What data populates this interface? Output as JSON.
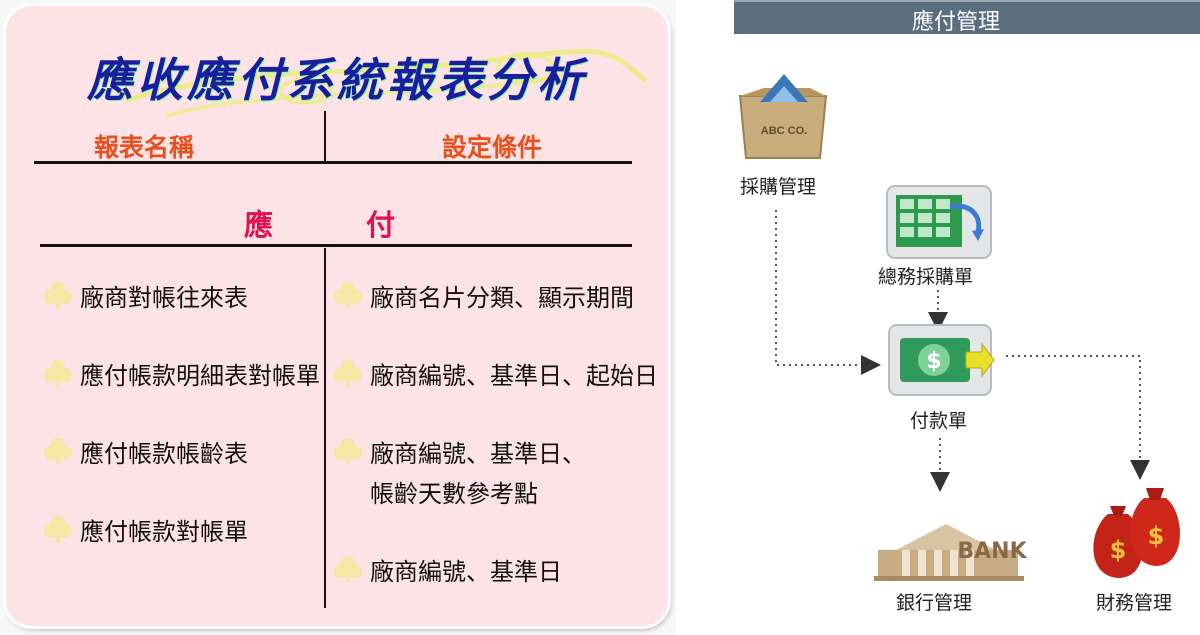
{
  "report": {
    "title": "應收應付系統報表分析",
    "col_name_header": "報表名稱",
    "col_condition_header": "設定條件",
    "section_chars": [
      "應",
      "付"
    ],
    "rows": [
      {
        "name": "廠商對帳往來表",
        "condition": [
          "廠商名片分類、顯示期間"
        ]
      },
      {
        "name": "應付帳款明細表對帳單",
        "condition": [
          "廠商編號、基準日、起始日"
        ]
      },
      {
        "name": "應付帳款帳齡表",
        "condition": [
          "廠商編號、基準日、",
          "帳齡天數參考點"
        ]
      },
      {
        "name": "應付帳款對帳單",
        "condition": []
      },
      {
        "name": "",
        "condition": [
          "廠商編號、基準日"
        ]
      }
    ],
    "colors": {
      "card_bg": "#fde3e6",
      "title": "#1a1d9e",
      "header": "#e8501e",
      "section": "#e0114e"
    }
  },
  "flow": {
    "header": "應付管理",
    "nodes": {
      "purchasing": {
        "label": "採購管理",
        "icon": "bag-icon",
        "icon_text": "ABC CO."
      },
      "general_purchase": {
        "label": "總務採購單",
        "icon": "spreadsheet-icon"
      },
      "payment": {
        "label": "付款單",
        "icon": "dollar-icon",
        "icon_text": "$"
      },
      "bank": {
        "label": "銀行管理",
        "icon": "bank-icon",
        "icon_text": "BANK"
      },
      "finance": {
        "label": "財務管理",
        "icon": "money-bag-icon",
        "icon_text": "$"
      }
    },
    "colors": {
      "header_bg": "#5b6e7d",
      "arrow": "#333333"
    }
  }
}
